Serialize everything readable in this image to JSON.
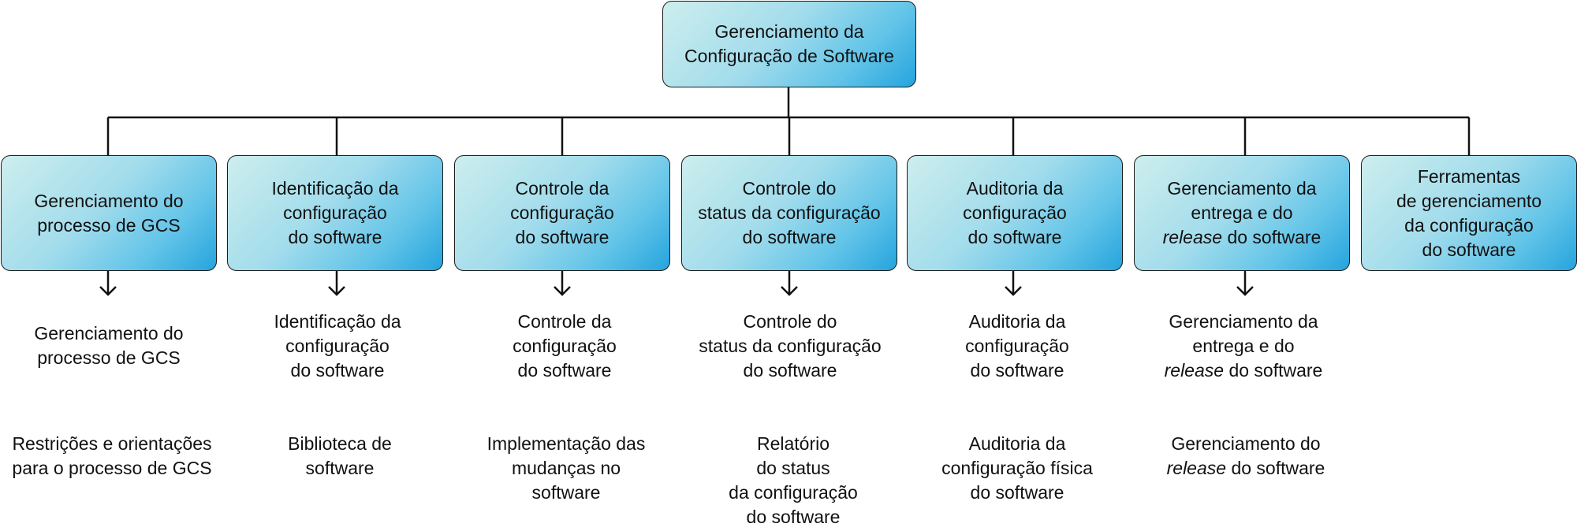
{
  "root": {
    "label": "Gerenciamento da\nConfiguração de Software"
  },
  "columns": [
    {
      "box": {
        "label": "Gerenciamento do\nprocesso de GCS"
      },
      "items": [
        {
          "label": "Gerenciamento do\nprocesso de GCS"
        },
        {
          "label": "Restrições e orientações\npara o processo de GCS"
        }
      ]
    },
    {
      "box": {
        "label": "Identificação da\nconfiguração\ndo software"
      },
      "items": [
        {
          "label": "Identificação da\nconfiguração\ndo software"
        },
        {
          "label": "Biblioteca de\nsoftware"
        }
      ]
    },
    {
      "box": {
        "label": "Controle da\nconfiguração\ndo software"
      },
      "items": [
        {
          "label": "Controle da\nconfiguração\ndo software"
        },
        {
          "label": "Implementação das\nmudanças no\nsoftware"
        }
      ]
    },
    {
      "box": {
        "label": "Controle do\nstatus da configuração\ndo software"
      },
      "items": [
        {
          "label": "Controle do\nstatus da configuração\ndo software"
        },
        {
          "label": "Relatório\ndo status\nda configuração\ndo software"
        }
      ]
    },
    {
      "box": {
        "label": "Auditoria da\nconfiguração\ndo software"
      },
      "items": [
        {
          "label": "Auditoria da\nconfiguração\ndo software"
        },
        {
          "label": "Auditoria da\nconfiguração física\ndo software"
        }
      ]
    },
    {
      "box": {
        "label": "Gerenciamento da\nentrega e do",
        "italic": "release",
        "tail": " do software"
      },
      "items": [
        {
          "label": "Gerenciamento da\nentrega e do",
          "italic": "release",
          "tail": " do software"
        },
        {
          "label": "Gerenciamento do",
          "italic": "release",
          "tail": " do software"
        }
      ]
    },
    {
      "box": {
        "label": "Ferramentas\nde gerenciamento\nda configuração\ndo software"
      },
      "items": []
    }
  ]
}
